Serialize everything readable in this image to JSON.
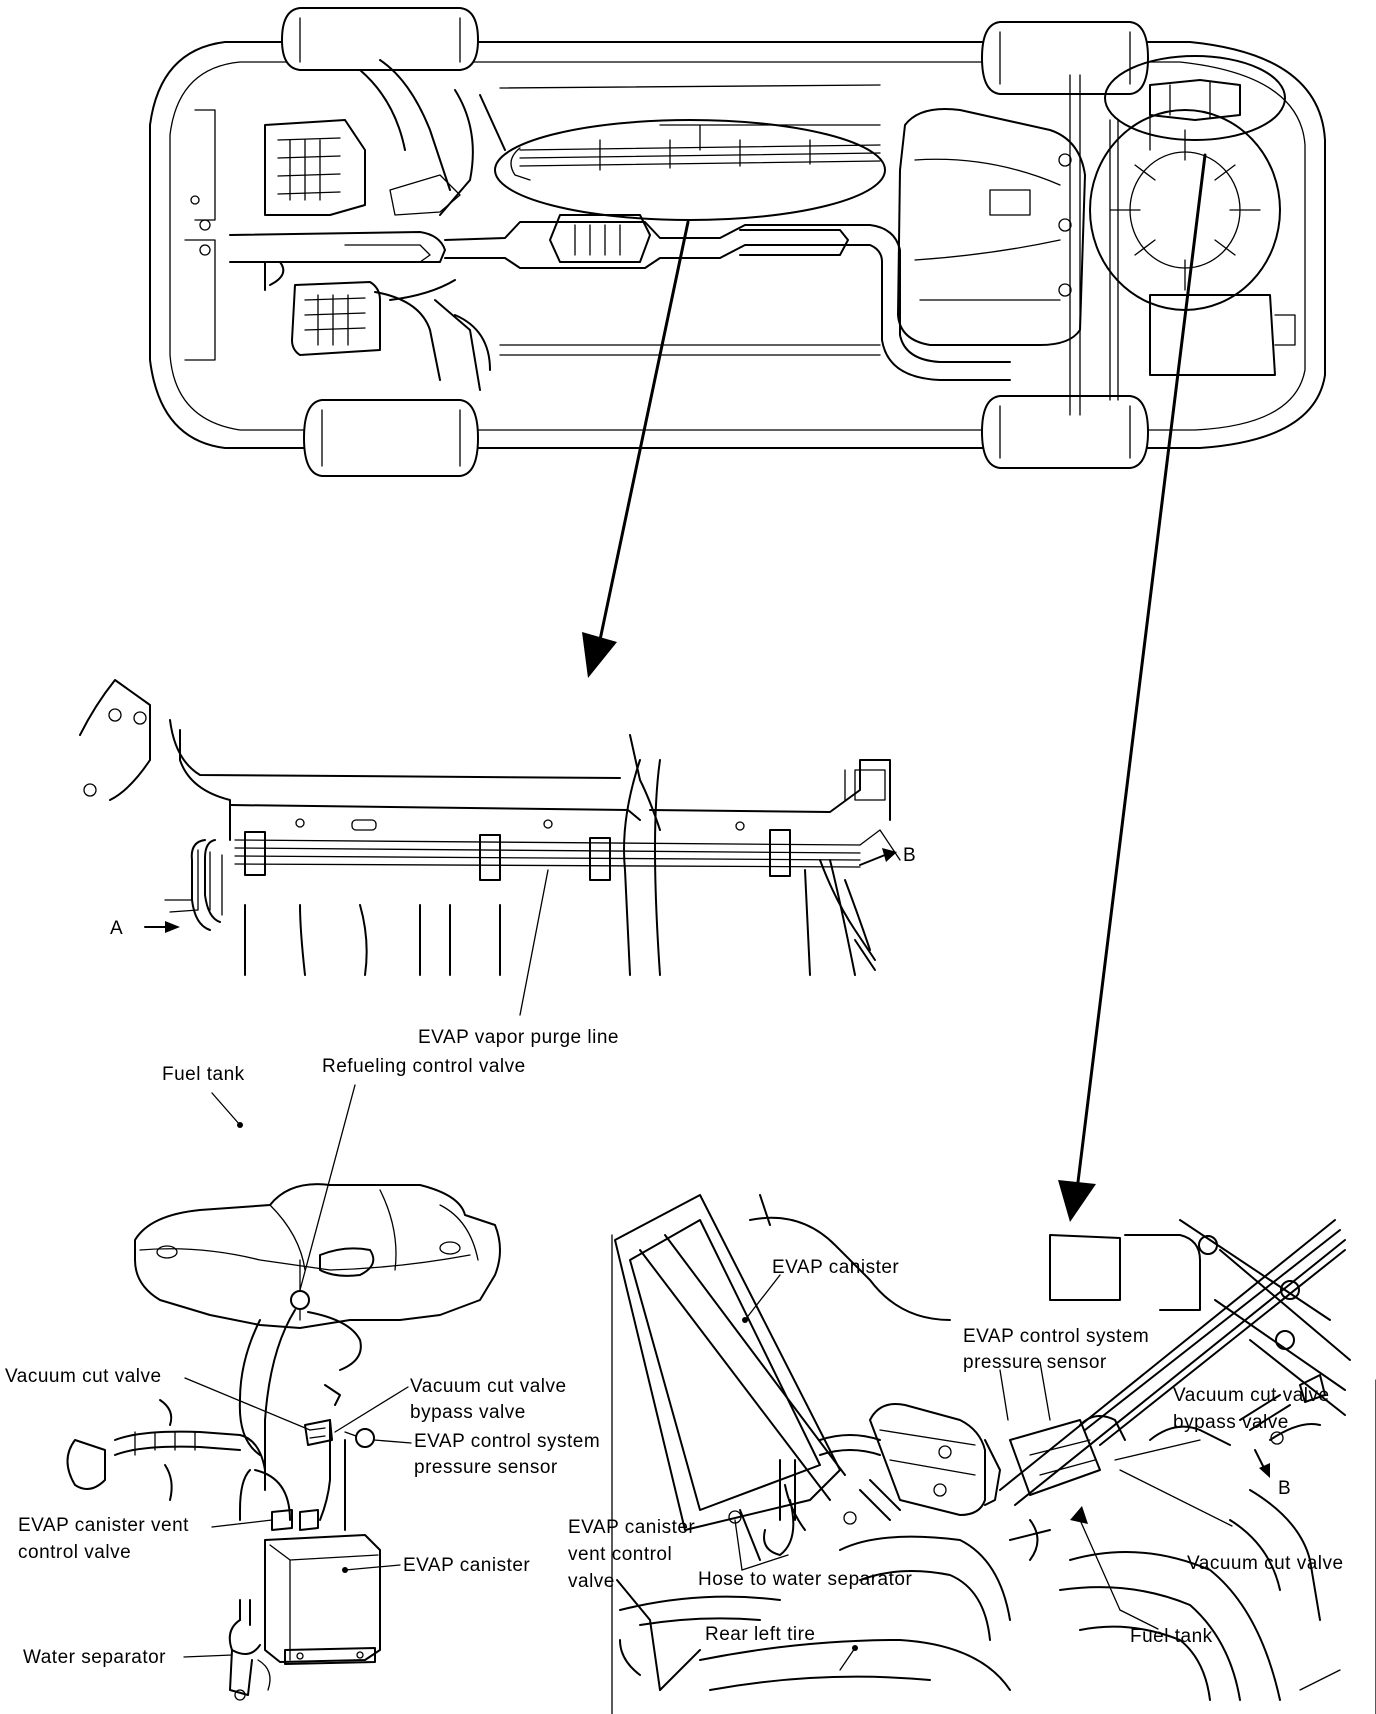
{
  "panel_middle": {
    "label_A": "A",
    "label_B": "B",
    "label_purge_line": "EVAP vapor purge line"
  },
  "panel_bottom_left": {
    "fuel_tank": "Fuel tank",
    "refueling_control_valve": "Refueling control valve",
    "vacuum_cut_valve": "Vacuum cut valve",
    "vacuum_cut_valve_bypass_1": "Vacuum cut valve",
    "vacuum_cut_valve_bypass_2": "bypass valve",
    "pressure_sensor_1": "EVAP control system",
    "pressure_sensor_2": "pressure sensor",
    "vent_control_valve_1": "EVAP canister vent",
    "vent_control_valve_2": "control valve",
    "evap_canister": "EVAP canister",
    "water_separator": "Water separator"
  },
  "panel_bottom_right": {
    "evap_canister": "EVAP canister",
    "pressure_sensor_1": "EVAP control system",
    "pressure_sensor_2": "pressure sensor",
    "bypass_valve_1": "Vacuum cut valve",
    "bypass_valve_2": "bypass valve",
    "label_B": "B",
    "vent_control_1": "EVAP canister",
    "vent_control_2": "vent control",
    "vent_control_3": "valve",
    "vacuum_cut_valve": "Vacuum cut valve",
    "hose_water_separator": "Hose to water separator",
    "rear_left_tire": "Rear left tire",
    "fuel_tank": "Fuel tank"
  }
}
